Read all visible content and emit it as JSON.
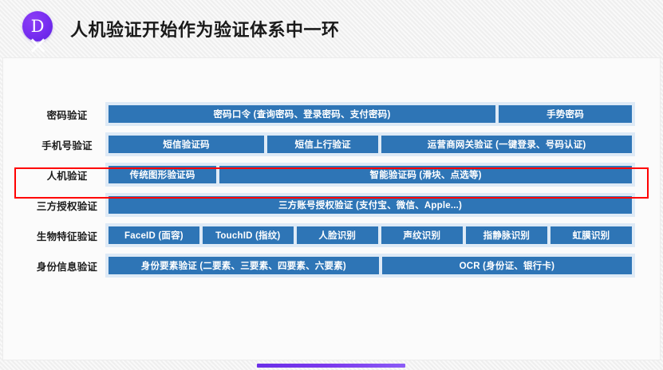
{
  "header": {
    "logo_letter": "D",
    "logo_sub": "✕",
    "logo_color": "#7B2FF2",
    "title": "人机验证开始作为验证体系中一环"
  },
  "theme": {
    "chip_color": "#2E75B6",
    "track_color": "#DEEAF6",
    "highlight_color": "#FF0000",
    "accent_color": "#7C3AED",
    "background": "#F2F2F2"
  },
  "matrix": {
    "rows": [
      {
        "label": "密码验证",
        "highlighted": false,
        "chips": [
          {
            "text": "密码口令 (查询密码、登录密码、支付密码)",
            "flex": 75
          },
          {
            "text": "手势密码",
            "flex": 25
          }
        ]
      },
      {
        "label": "手机号验证",
        "highlighted": false,
        "chips": [
          {
            "text": "短信验证码",
            "flex": 30
          },
          {
            "text": "短信上行验证",
            "flex": 21
          },
          {
            "text": "运营商网关验证 (一键登录、号码认证)",
            "flex": 49
          }
        ]
      },
      {
        "label": "人机验证",
        "highlighted": true,
        "chips": [
          {
            "text": "传统图形验证码",
            "flex": 20
          },
          {
            "text": "智能验证码 (滑块、点选等)",
            "flex": 80
          }
        ]
      },
      {
        "label": "三方授权验证",
        "highlighted": false,
        "chips": [
          {
            "text": "三方账号授权验证 (支付宝、微信、Apple...)",
            "flex": 100
          }
        ]
      },
      {
        "label": "生物特征验证",
        "highlighted": false,
        "chips": [
          {
            "text": "FaceID (面容)",
            "flex": 18
          },
          {
            "text": "TouchID (指纹)",
            "flex": 18
          },
          {
            "text": "人脸识别",
            "flex": 16
          },
          {
            "text": "声纹识别",
            "flex": 16
          },
          {
            "text": "指静脉识别",
            "flex": 16
          },
          {
            "text": "虹膜识别",
            "flex": 16
          }
        ]
      },
      {
        "label": "身份信息验证",
        "highlighted": false,
        "chips": [
          {
            "text": "身份要素验证 (二要素、三要素、四要素、六要素)",
            "flex": 52
          },
          {
            "text": "OCR (身份证、银行卡)",
            "flex": 48
          }
        ]
      }
    ]
  },
  "footer": {
    "progress_label": ""
  }
}
